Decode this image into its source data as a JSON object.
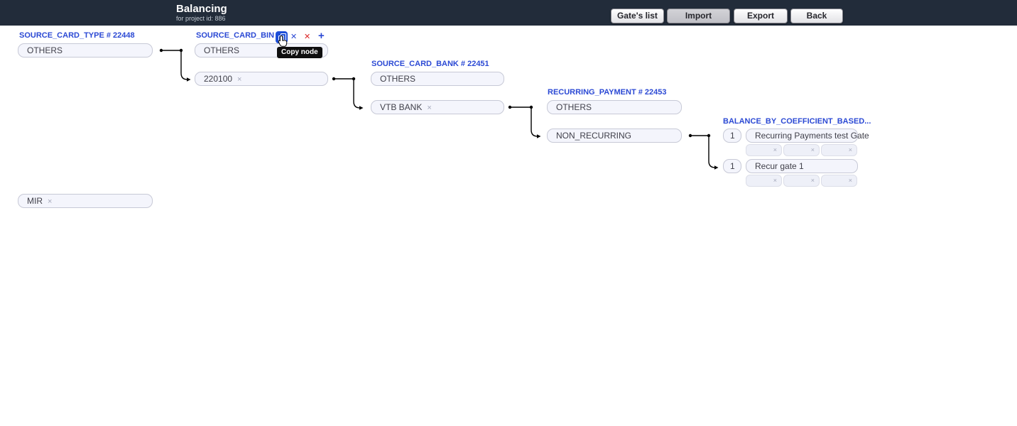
{
  "colors": {
    "topbar_bg": "#222c3a",
    "accent_blue": "#2b49d4",
    "danger_red": "#dc2626",
    "copy_button_bg": "#1d4ed8",
    "box_bg": "#f4f5fc",
    "box_border": "#c7c9d6",
    "tooltip_bg": "#0f0f0f",
    "connector": "#000000"
  },
  "top_bar": {
    "title": "Balancing",
    "subtitle": "for project id: 886",
    "buttons": [
      {
        "label": "Gate's list"
      },
      {
        "label": "Import"
      },
      {
        "label": "Export"
      },
      {
        "label": "Back"
      }
    ]
  },
  "glyphs": {
    "remove_x": "×",
    "close_x_blue": "✕",
    "close_x_red": "✕",
    "plus": "+",
    "copy_icon": "copy-node-icon"
  },
  "tooltip": {
    "text": "Copy node"
  },
  "nodes": {
    "source_card_type": {
      "title": "SOURCE_CARD_TYPE # 22448",
      "values": [
        {
          "label": "OTHERS"
        },
        {
          "label": "MIR",
          "removable": true
        }
      ]
    },
    "source_card_bin": {
      "title": "SOURCE_CARD_BIN ...",
      "values": [
        {
          "label": "OTHERS"
        },
        {
          "label": "220100",
          "removable": true
        }
      ]
    },
    "source_card_bank": {
      "title": "SOURCE_CARD_BANK # 22451",
      "values": [
        {
          "label": "OTHERS"
        },
        {
          "label": "VTB BANK",
          "removable": true
        }
      ]
    },
    "recurring_payment": {
      "title": "RECURRING_PAYMENT # 22453",
      "values": [
        {
          "label": "OTHERS"
        },
        {
          "label": "NON_RECURRING"
        }
      ]
    },
    "balance_by_coefficient": {
      "title": "BALANCE_BY_COEFFICIENT_BASED...",
      "gates": [
        {
          "coefficient": "1",
          "name": "Recurring Payments test Gate"
        },
        {
          "coefficient": "1",
          "name": "Recur gate 1"
        }
      ]
    }
  }
}
